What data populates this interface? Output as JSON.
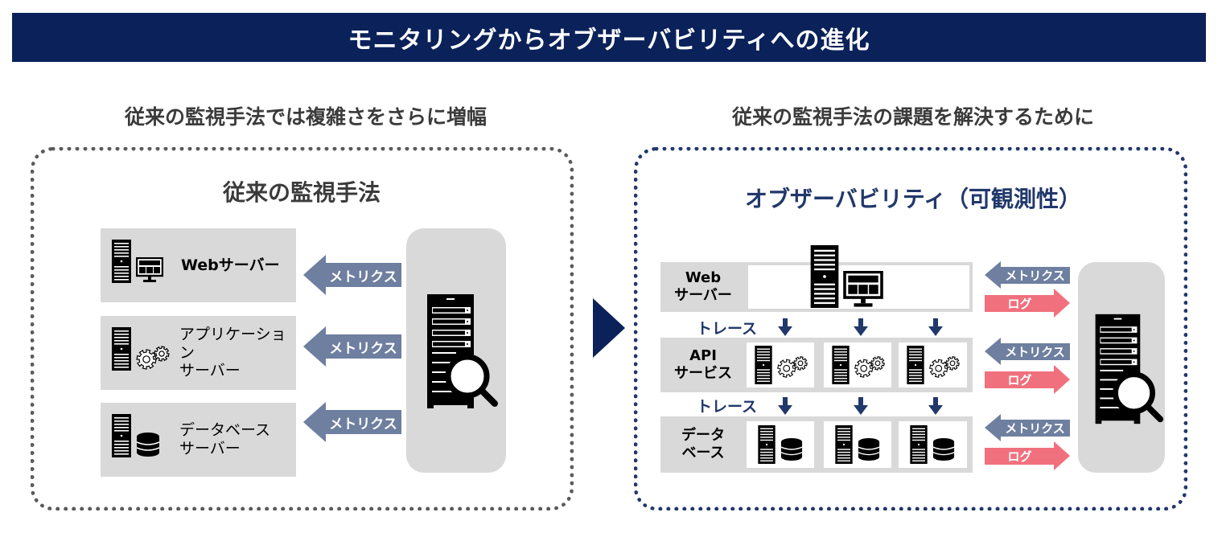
{
  "header": {
    "title": "モニタリングからオブザーバビリティへの進化"
  },
  "left": {
    "subheading": "従来の監視手法では複雑さをさらに増幅",
    "box_title": "従来の監視手法",
    "servers": [
      {
        "label": "Webサーバー",
        "icon": "web-server"
      },
      {
        "label": "アプリケーションサーバー",
        "line1": "アプリケーション",
        "line2": "サーバー",
        "icon": "app-server"
      },
      {
        "label": "データベースサーバー",
        "line1": "データベース",
        "line2": "サーバー",
        "icon": "db-server"
      }
    ],
    "arrow_label": "メトリクス",
    "monitor_icon": "monitoring-server-magnifier"
  },
  "transition_icon": "chevron-right",
  "right": {
    "subheading": "従来の監視手法の課題を解決するために",
    "box_title": "オブザーバビリティ（可観測性）",
    "layers": [
      {
        "line1": "Web",
        "line2": "サーバー",
        "icon": "web-server"
      },
      {
        "line1": "API",
        "line2": "サービス",
        "icon": "app-server"
      },
      {
        "line1": "データ",
        "line2": "ベース",
        "icon": "db-server"
      }
    ],
    "trace_label": "トレース",
    "metrics_label": "メトリクス",
    "log_label": "ログ",
    "monitor_icon": "monitoring-server-magnifier"
  },
  "colors": {
    "title_bg": "#0b2159",
    "accent_navy": "#21386b",
    "metrics_arrow": "#6e7fa0",
    "log_arrow": "#f1707d",
    "panel_gray": "#d9d9d9"
  }
}
